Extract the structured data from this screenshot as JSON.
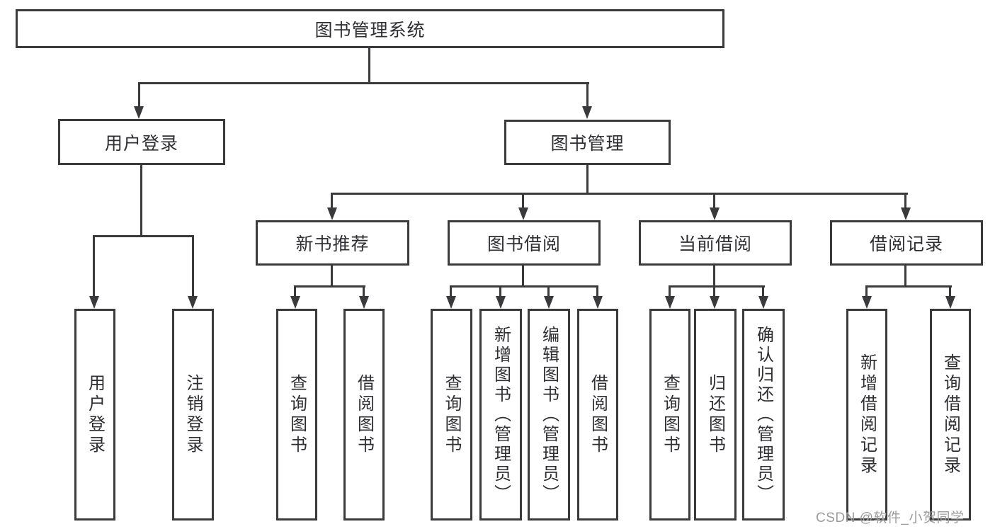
{
  "title": "图书管理系统",
  "colors": {
    "line": "#3a3a3d",
    "text": "#2e2e33",
    "box_background": "#ffffff",
    "page_background": "#ffffff",
    "watermark": "#9b9b9b"
  },
  "watermark": {
    "text": "CSDN @软件_小贺同学"
  },
  "tree": {
    "root": {
      "label": "图书管理系统",
      "children": [
        {
          "label": "用户登录",
          "children": [
            {
              "label": "用户登录"
            },
            {
              "label": "注销登录"
            }
          ]
        },
        {
          "label": "图书管理",
          "children": [
            {
              "label": "新书推荐",
              "children": [
                {
                  "label": "查询图书"
                },
                {
                  "label": "借阅图书"
                }
              ]
            },
            {
              "label": "图书借阅",
              "children": [
                {
                  "label": "查询图书"
                },
                {
                  "label": "新增图书（管理员）"
                },
                {
                  "label": "编辑图书（管理员）"
                },
                {
                  "label": "借阅图书"
                }
              ]
            },
            {
              "label": "当前借阅",
              "children": [
                {
                  "label": "查询图书"
                },
                {
                  "label": "归还图书"
                },
                {
                  "label": "确认归还（管理员）"
                }
              ]
            },
            {
              "label": "借阅记录",
              "children": [
                {
                  "label": "新增借阅记录"
                },
                {
                  "label": "查询借阅记录"
                }
              ]
            }
          ]
        }
      ]
    }
  }
}
